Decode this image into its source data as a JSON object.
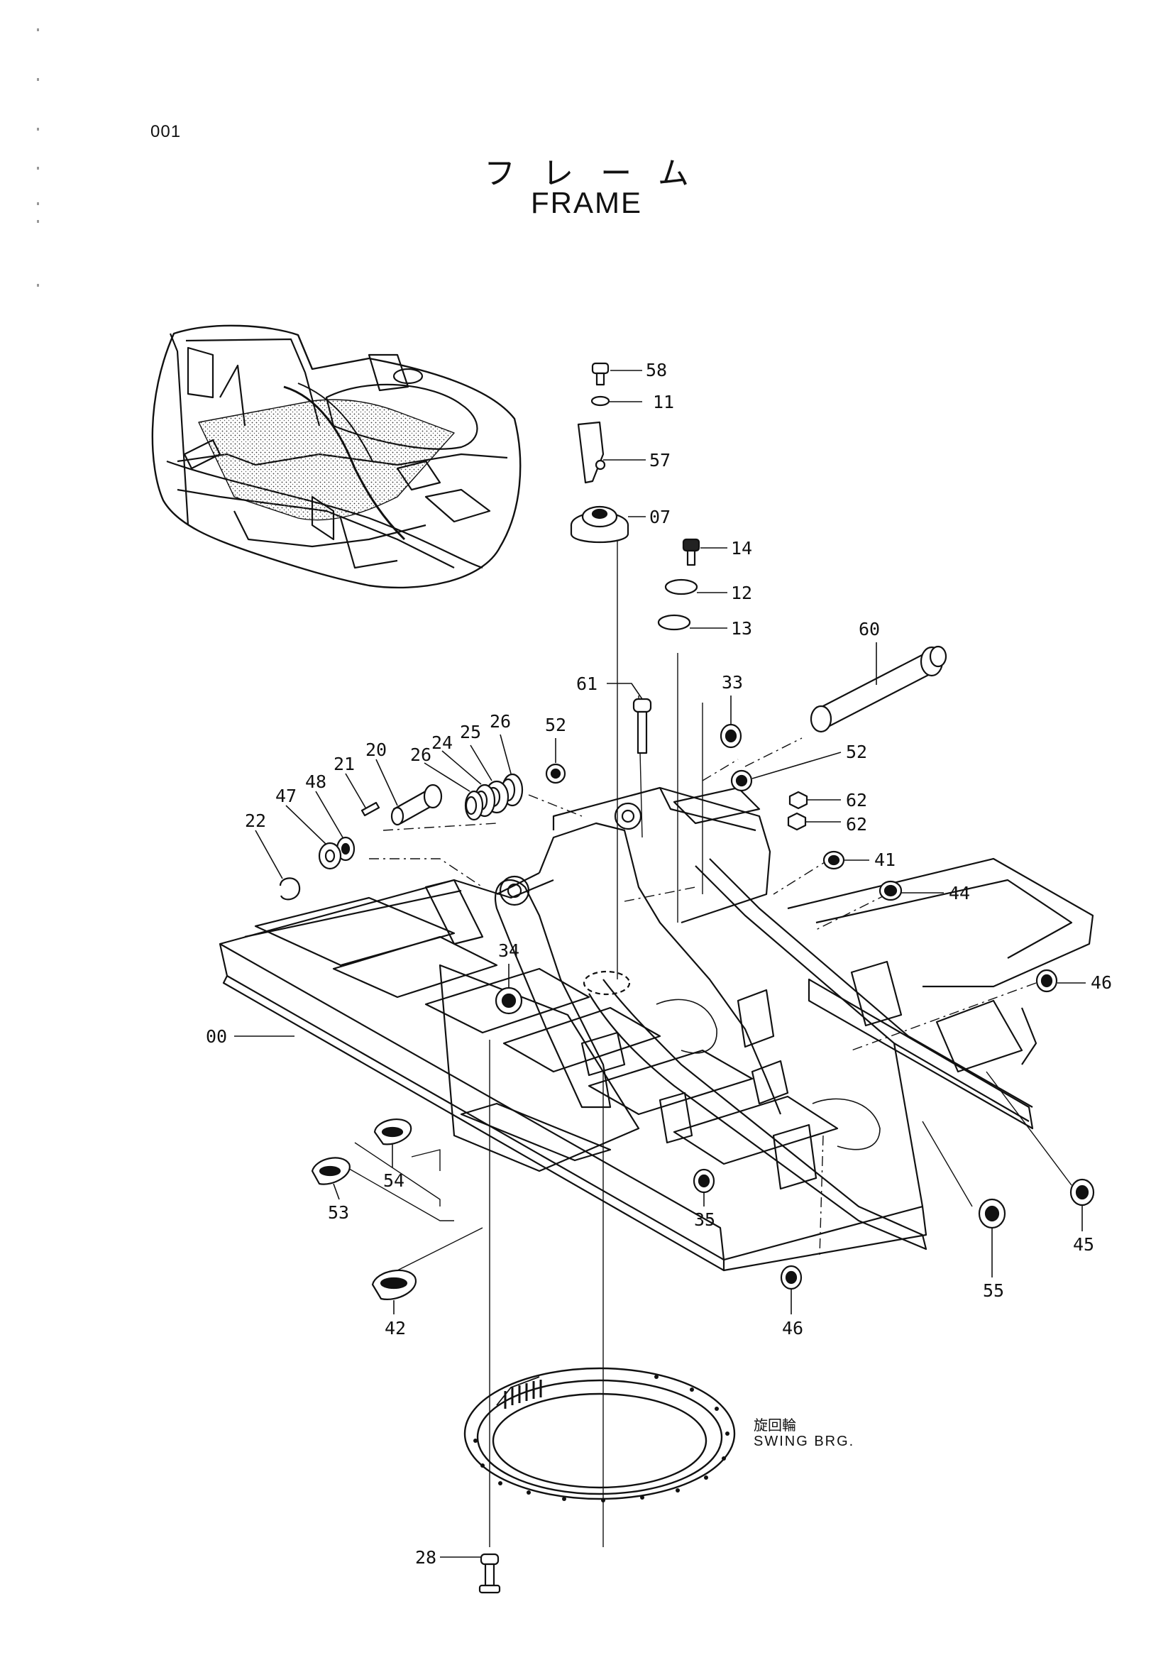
{
  "page_number": "001",
  "title_jp": "フレーム",
  "title_en": "FRAME",
  "swing_bearing_jp": "旋回輪",
  "swing_bearing_en": "SWING BRG.",
  "callouts": [
    {
      "id": "58",
      "label": "58"
    },
    {
      "id": "11",
      "label": "11"
    },
    {
      "id": "57",
      "label": "57"
    },
    {
      "id": "07",
      "label": "07"
    },
    {
      "id": "14",
      "label": "14"
    },
    {
      "id": "12",
      "label": "12"
    },
    {
      "id": "13",
      "label": "13"
    },
    {
      "id": "60",
      "label": "60"
    },
    {
      "id": "61",
      "label": "61"
    },
    {
      "id": "33",
      "label": "33"
    },
    {
      "id": "52a",
      "label": "52"
    },
    {
      "id": "52b",
      "label": "52"
    },
    {
      "id": "62a",
      "label": "62"
    },
    {
      "id": "62b",
      "label": "62"
    },
    {
      "id": "41",
      "label": "41"
    },
    {
      "id": "44",
      "label": "44"
    },
    {
      "id": "26a",
      "label": "26"
    },
    {
      "id": "25",
      "label": "25"
    },
    {
      "id": "24",
      "label": "24"
    },
    {
      "id": "26b",
      "label": "26"
    },
    {
      "id": "20",
      "label": "20"
    },
    {
      "id": "21",
      "label": "21"
    },
    {
      "id": "48",
      "label": "48"
    },
    {
      "id": "47",
      "label": "47"
    },
    {
      "id": "22",
      "label": "22"
    },
    {
      "id": "34",
      "label": "34"
    },
    {
      "id": "00",
      "label": "00"
    },
    {
      "id": "46a",
      "label": "46"
    },
    {
      "id": "54",
      "label": "54"
    },
    {
      "id": "53",
      "label": "53"
    },
    {
      "id": "35",
      "label": "35"
    },
    {
      "id": "42",
      "label": "42"
    },
    {
      "id": "46b",
      "label": "46"
    },
    {
      "id": "55",
      "label": "55"
    },
    {
      "id": "45",
      "label": "45"
    },
    {
      "id": "28",
      "label": "28"
    }
  ]
}
